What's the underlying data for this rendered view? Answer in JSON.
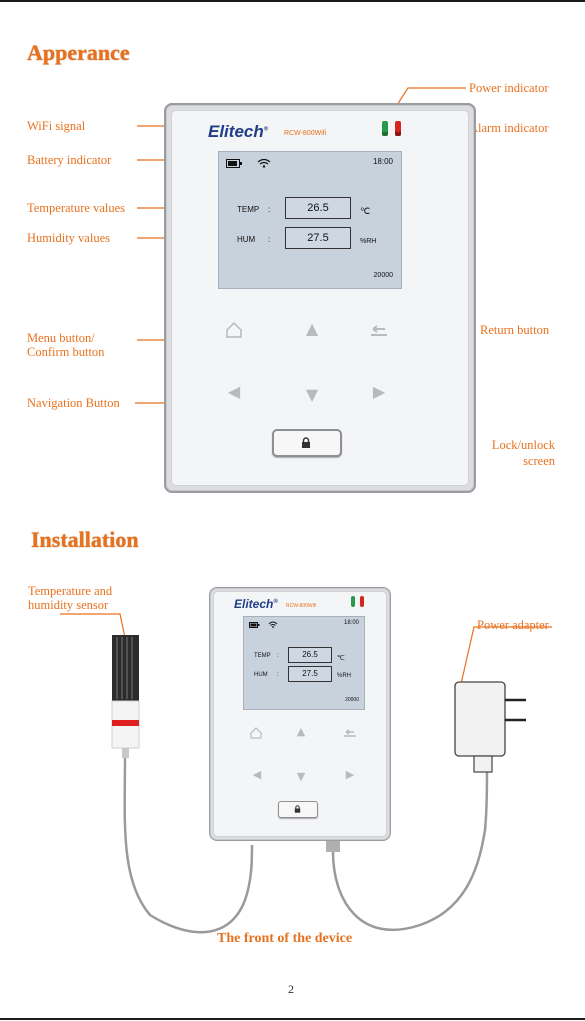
{
  "headings": {
    "appearance": "Apperance",
    "installation": "Installation"
  },
  "device": {
    "brand": "Elitech",
    "brand_mark": "®",
    "model": "RCW-800Wifi",
    "time": "18:00",
    "temp_label": "TEMP",
    "hum_label": "HUM",
    "colon": ":",
    "temp_value": "26.5",
    "hum_value": "27.5",
    "temp_unit": "℃",
    "hum_unit_top": "%RH",
    "hum_unit_bottom": "%RH",
    "counter": "20000"
  },
  "callouts": {
    "wifi": "WiFi signal",
    "battery": "Battery indicator",
    "temperature": "Temperature values",
    "humidity": "Humidity values",
    "menu_1": "Menu button/",
    "menu_2": "Confirm button",
    "navigation": "Navigation Button",
    "power_indicator": "Power indicator",
    "alarm_indicator": "Alarm indicator",
    "return": "Return button",
    "lock_1": "Lock/unlock",
    "lock_2": "screen"
  },
  "installation": {
    "sensor_1": "Temperature and",
    "sensor_2": "humidity sensor",
    "adapter": "Power adapter",
    "caption": "The front of the device"
  },
  "icons": {
    "home": "home-icon",
    "up": "arrow-up-icon",
    "down": "arrow-down-icon",
    "left": "arrow-left-icon",
    "right": "arrow-right-icon",
    "return": "return-icon",
    "lock": "lock-icon",
    "wifi": "wifi-icon",
    "battery": "battery-icon"
  },
  "colors": {
    "accent": "#e8711e",
    "brand": "#1f3e86",
    "power_led": "#2a9a4a",
    "alarm_led": "#d6241e",
    "sensor_band": "#e02020"
  },
  "page_number": "2"
}
